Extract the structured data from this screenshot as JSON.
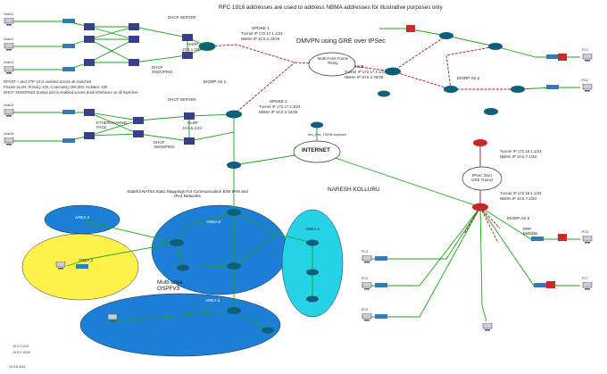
{
  "headings": {
    "rfc": "RFC 1918 addresses  are used to address NBMA addresses  for illustrative purposes only",
    "dmvpn": "DMVPN  using GRE over IPSec",
    "eigrp_as1": "EIGRP AS 1",
    "eigrp_as2": "EIGRP AS 2",
    "eigrp_as3": "EIGRP AS 3",
    "mpfr": "Multi Point Frame Relay",
    "hub": "HUB",
    "internet": "INTERNET",
    "author": "NARESH KOLLURU",
    "nat64": "Stateful NAT64 Static Mappings For Communication B/W IPv6 and IPv4 Networks",
    "ospf": "Multi-area OSPFV3",
    "ipsec_gre": "IPSec Over GRE Tunnel",
    "ppp": "PPP Multilink",
    "loopback": "8ns_2ms_195/96 loopback"
  },
  "notes": {
    "line1": "RPVST + and VTP V3 is enabled across all Switches",
    "line2": "Private VLAN, Primary 100, Community 200,300, Isolated- 400",
    "line3": "DHCP SNOOPING  trusted port is enabled across trunk interfaces on all Switches"
  },
  "spokes": {
    "spoke1": {
      "name": "SPOKE 1",
      "tunnel": "Tunnel IP 172.17.1.2/24",
      "nbma": "NBMA IP 10.5.2.33/29"
    },
    "spoke2": {
      "name": "SPOKE 2",
      "tunnel": "Tunnel IP 172.17.1.3/24",
      "nbma": "NBMA IP 10.5.2.34/29"
    },
    "hub": {
      "tunnel": "Tunnel IP 172.17.1.1/24",
      "nbma": "NBMA IP 10.5.2.35/29"
    }
  },
  "tunnels": {
    "t1": {
      "tunnel": "Tunnel IP 172.16.1.1/24",
      "nbma": "NBMA IP 10.5.7.1/30"
    },
    "t2": {
      "tunnel": "Tunnel IP 172.16.1.2/24",
      "nbma": "NBMA IP 10.5.7.2/30"
    }
  },
  "services": {
    "dhcp1": "DHCP SERVER",
    "hsrp": "HSRP",
    "hsrp_ip": "10.5.1.0/24",
    "snoop1": "DHCP SNOOPING",
    "dhcp2": "DHCP SERVER",
    "glbp": "GLBP",
    "glbp_ip": "10.5.6.1/24",
    "snoop2": "DHCP SNOOPING",
    "etherchannel": "ETHERCHANNEL PAGp"
  },
  "areas": [
    "AREA 0",
    "AREA 1",
    "AREA 2",
    "AREA 3",
    "AREA 4"
  ],
  "devices": {
    "pcs_left": [
      "Host11",
      "Host12",
      "Host13",
      "Host14",
      "Host15"
    ],
    "pcs_right": [
      "PC1",
      "PC2",
      "PC3",
      "PC4",
      "PC5",
      "PC6",
      "PC7"
    ]
  },
  "corner": {
    "a": "10.5.2.1/24",
    "b": "10.5.2.15/30",
    "c": "10.5.8.4/24"
  },
  "colors": {
    "area0": "#1e7fd6",
    "area1": "#25d2e6",
    "area2": "#fff24a",
    "area3": "#1e7fd6",
    "area4": "#1e7fd6",
    "link": "#1ca61c",
    "serial": "#b0171b"
  }
}
